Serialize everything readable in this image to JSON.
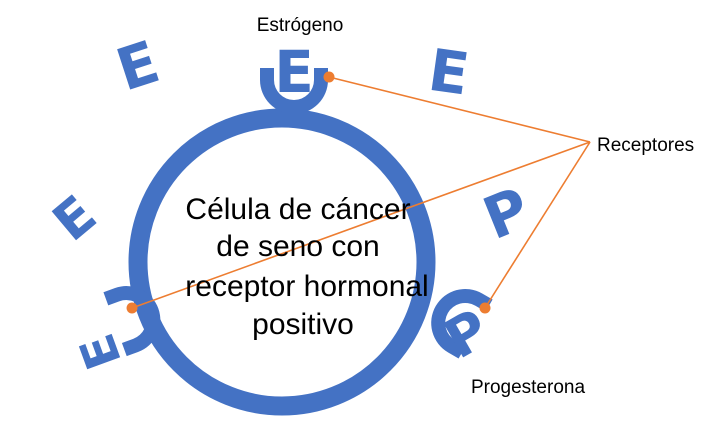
{
  "labels": {
    "estrogeno": "Estrógeno",
    "receptores": "Receptores",
    "progesterona": "Progesterona"
  },
  "cell_text": {
    "line1": "Célula de cáncer",
    "line2": "de seno con",
    "line3": "receptor hormonal",
    "line4": "positivo"
  },
  "glyphs": {
    "estrogen": "E",
    "progesterone": "P"
  },
  "colors": {
    "cell": "#4472C4",
    "connector": "#ED7D31",
    "text": "#000000"
  }
}
